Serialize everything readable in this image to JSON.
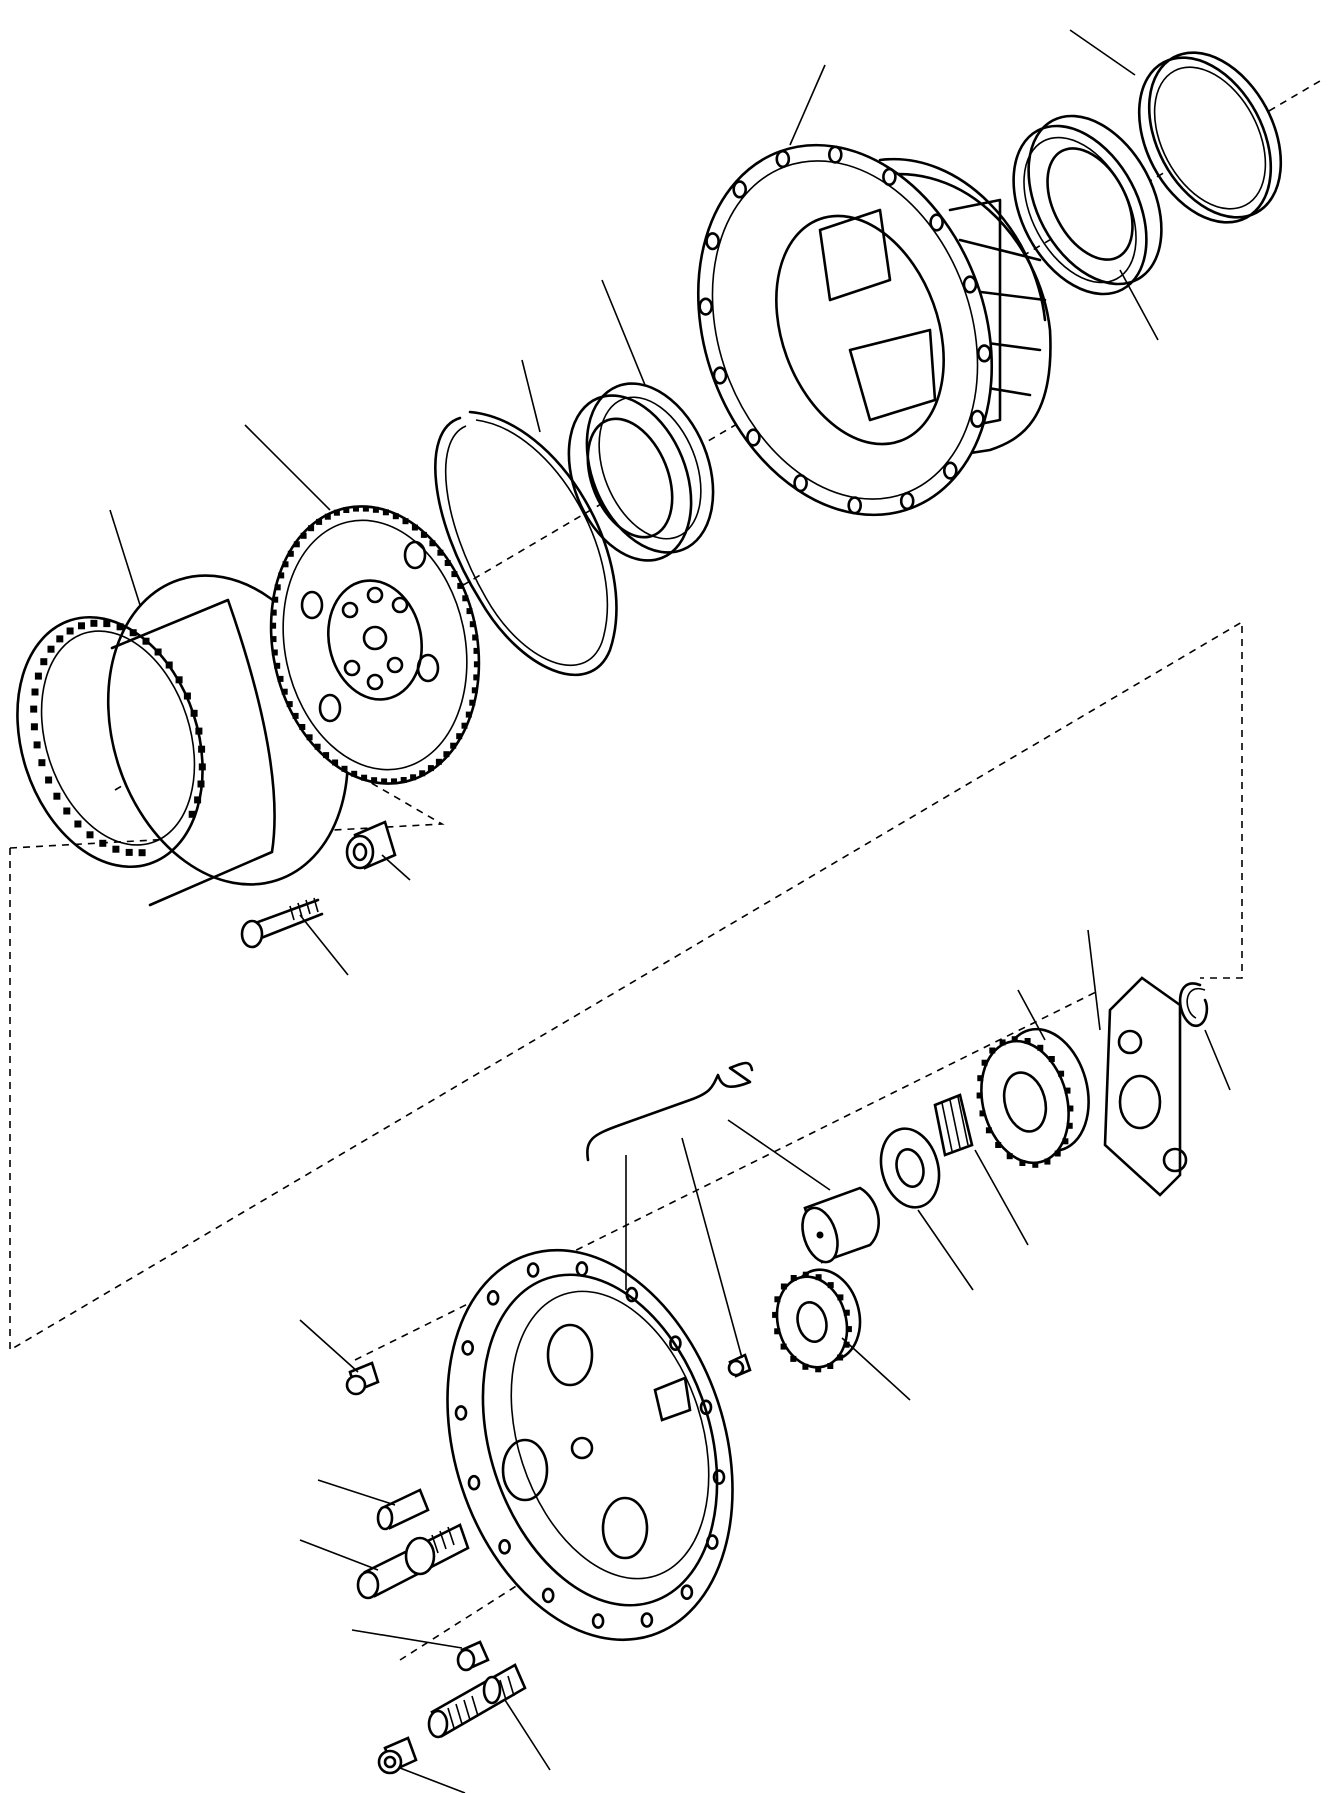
{
  "diagram": {
    "colors": {
      "ink": "#000000",
      "paper": "#ffffff"
    },
    "parts": [
      {
        "id": "ring-gear"
      },
      {
        "id": "planet-carrier-plate"
      },
      {
        "id": "snap-ring"
      },
      {
        "id": "inner-bearing"
      },
      {
        "id": "hub-housing"
      },
      {
        "id": "outer-bearing"
      },
      {
        "id": "seal-ring"
      },
      {
        "id": "bolt"
      },
      {
        "id": "bushing"
      },
      {
        "id": "circlip"
      },
      {
        "id": "retainer-plate"
      },
      {
        "id": "planet-gear"
      },
      {
        "id": "needle-roller"
      },
      {
        "id": "thrust-washer"
      },
      {
        "id": "planet-shaft"
      },
      {
        "id": "small-screw"
      },
      {
        "id": "sun-gear"
      },
      {
        "id": "cover-plate"
      },
      {
        "id": "screw"
      },
      {
        "id": "dowel-pin"
      },
      {
        "id": "stud"
      },
      {
        "id": "nut"
      },
      {
        "id": "wheel-stud"
      },
      {
        "id": "wheel-nut"
      }
    ]
  }
}
